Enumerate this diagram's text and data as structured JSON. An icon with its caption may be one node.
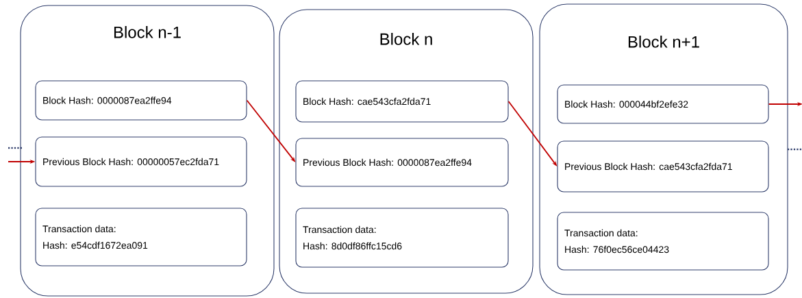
{
  "diagram": {
    "nodes": [
      {
        "text": [
          "Block n-1"
        ]
      },
      {
        "text": [
          "Block Hash: 0000087ea2ffe94"
        ],
        "in": 0
      },
      {
        "text": [
          "Previous Block Hash: 00000057ec2fda71"
        ],
        "in": 0
      },
      {
        "text": [
          "Transaction data:",
          "Hash: e54cdf1672ea091"
        ],
        "in": 0
      },
      {
        "text": [
          "Block n"
        ]
      },
      {
        "text": [
          "Block Hash: cae543cfa2fda71"
        ],
        "in": 4
      },
      {
        "text": [
          "Previous Block Hash: 0000087ea2ffe94"
        ],
        "in": 4
      },
      {
        "text": [
          "Transaction data:",
          "Hash: 8d0df86ffc15cd6"
        ],
        "in": 4
      },
      {
        "text": [
          "Block n+1"
        ]
      },
      {
        "text": [
          "Block Hash: 000044bf2efe32"
        ],
        "in": 8
      },
      {
        "text": [
          "Previous Block Hash: cae543cfa2fda71"
        ],
        "in": 8
      },
      {
        "text": [
          "Transaction data:",
          "Hash: 76f0ec56ce04423"
        ],
        "in": 8
      }
    ],
    "edges": [
      {
        "from": null,
        "to": 2,
        "arrow": "to"
      },
      {
        "from": 1,
        "to": 6,
        "arrow": "to"
      },
      {
        "from": 5,
        "to": 10,
        "arrow": "to"
      },
      {
        "from": 9,
        "to": null,
        "arrow": "to"
      }
    ],
    "labels": [
      ".....",
      "....."
    ]
  }
}
